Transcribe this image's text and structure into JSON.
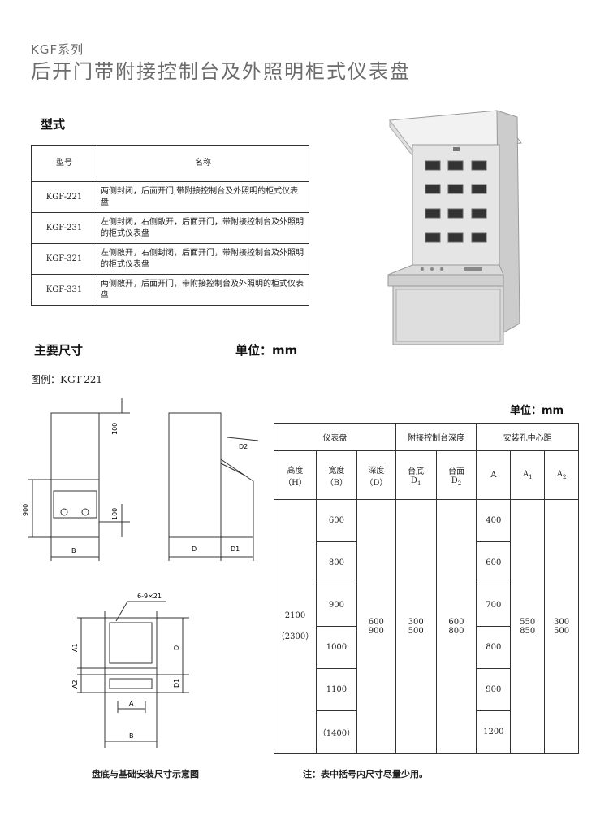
{
  "header": {
    "series": "KGF系列",
    "title": "后开门带附接控制台及外照明柜式仪表盘"
  },
  "type_section": {
    "heading": "型式",
    "col_model": "型号",
    "col_name": "名称",
    "rows": [
      {
        "model": "KGF-221",
        "name": "两侧封闭，后面开门,带附接控制台及外照明的柜式仪表盘"
      },
      {
        "model": "KGF-231",
        "name": "左侧封闭，右侧敞开，后面开门，带附接控制台及外照明的柜式仪表盘"
      },
      {
        "model": "KGF-321",
        "name": "左侧敞开，右侧封闭，后面开门，带附接控制台及外照明的柜式仪表盘"
      },
      {
        "model": "KGF-331",
        "name": "两侧敞开，后面开门，带附接控制台及外照明的柜式仪表盘"
      }
    ]
  },
  "dim_section": {
    "heading": "主要尺寸",
    "unit": "单位：mm",
    "example": "图例：KGT-221"
  },
  "table": {
    "unit": "单位：mm",
    "group1": "仪表盘",
    "group2": "附接控制台深度",
    "group3": "安装孔中心距",
    "h_height": "高度",
    "h_height_sym": "（H）",
    "h_width": "宽度",
    "h_width_sym": "（B）",
    "h_depth": "深度",
    "h_depth_sym": "（D）",
    "h_base": "台底",
    "h_base_sym": "D",
    "h_base_sub": "1",
    "h_top": "台面",
    "h_top_sym": "D",
    "h_top_sub": "2",
    "h_a": "A",
    "h_a1": "A",
    "h_a1_sub": "1",
    "h_a2": "A",
    "h_a2_sub": "2",
    "height_1": "2100",
    "height_2": "（2300）",
    "widths": [
      "600",
      "800",
      "900",
      "1000",
      "1100",
      "（1400）"
    ],
    "depth_1": "600",
    "depth_2": "900",
    "base_1": "300",
    "base_2": "500",
    "top_1": "600",
    "top_2": "800",
    "a_values": [
      "400",
      "600",
      "700",
      "800",
      "900",
      "1200"
    ],
    "a1_1": "550",
    "a1_2": "850",
    "a2_1": "300",
    "a2_2": "500"
  },
  "drawing": {
    "front_dim_top": "100",
    "front_dim_mid": "100",
    "front_dim_height": "900",
    "front_dim_width": "B",
    "side_dim_d2": "D2",
    "side_dim_d": "D",
    "side_dim_d1": "D1",
    "base_holes": "6-9×21",
    "base_a1": "A1",
    "base_a2": "A2",
    "base_d": "D",
    "base_d1": "D1",
    "base_a": "A",
    "base_b": "B"
  },
  "footer": {
    "caption": "盘底与基础安装尺寸示意图",
    "note": "注：表中括号内尺寸尽量少用。"
  }
}
